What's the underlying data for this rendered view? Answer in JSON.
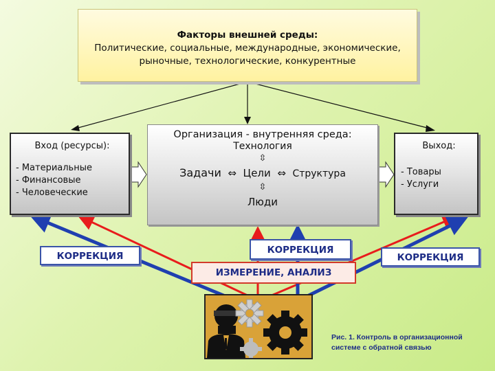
{
  "environment": {
    "title": "Факторы внешней среды:",
    "line1": "Политические, социальные, международные, экономические,",
    "line2": "рыночные, технологические, конкурентные"
  },
  "input": {
    "title": "Вход (ресурсы):",
    "items": [
      "- Материальные",
      "- Финансовые",
      "- Человеческие"
    ]
  },
  "organization": {
    "title": "Организация - внутренняя среда:",
    "top": "Технология",
    "arrow_v": "⇳",
    "left": "Задачи",
    "arrow_h": "⇔",
    "center": "Цели",
    "right": "Структура",
    "bottom": "Люди"
  },
  "output": {
    "title": "Выход:",
    "items": [
      "- Товары",
      "- Услуги"
    ]
  },
  "correction": {
    "left": "КОРРЕКЦИЯ",
    "center": "КОРРЕКЦИЯ",
    "right": "КОРРЕКЦИЯ"
  },
  "measurement": "ИЗМЕРЕНИЕ, АНАЛИЗ",
  "caption": {
    "line1": "Рис. 1. Контроль в организационной",
    "line2": "системе с обратной связью"
  },
  "colors": {
    "red_arrow": "#e81c1c",
    "blue_arrow": "#1f3fb0",
    "correction_text": "#1d2c86"
  }
}
